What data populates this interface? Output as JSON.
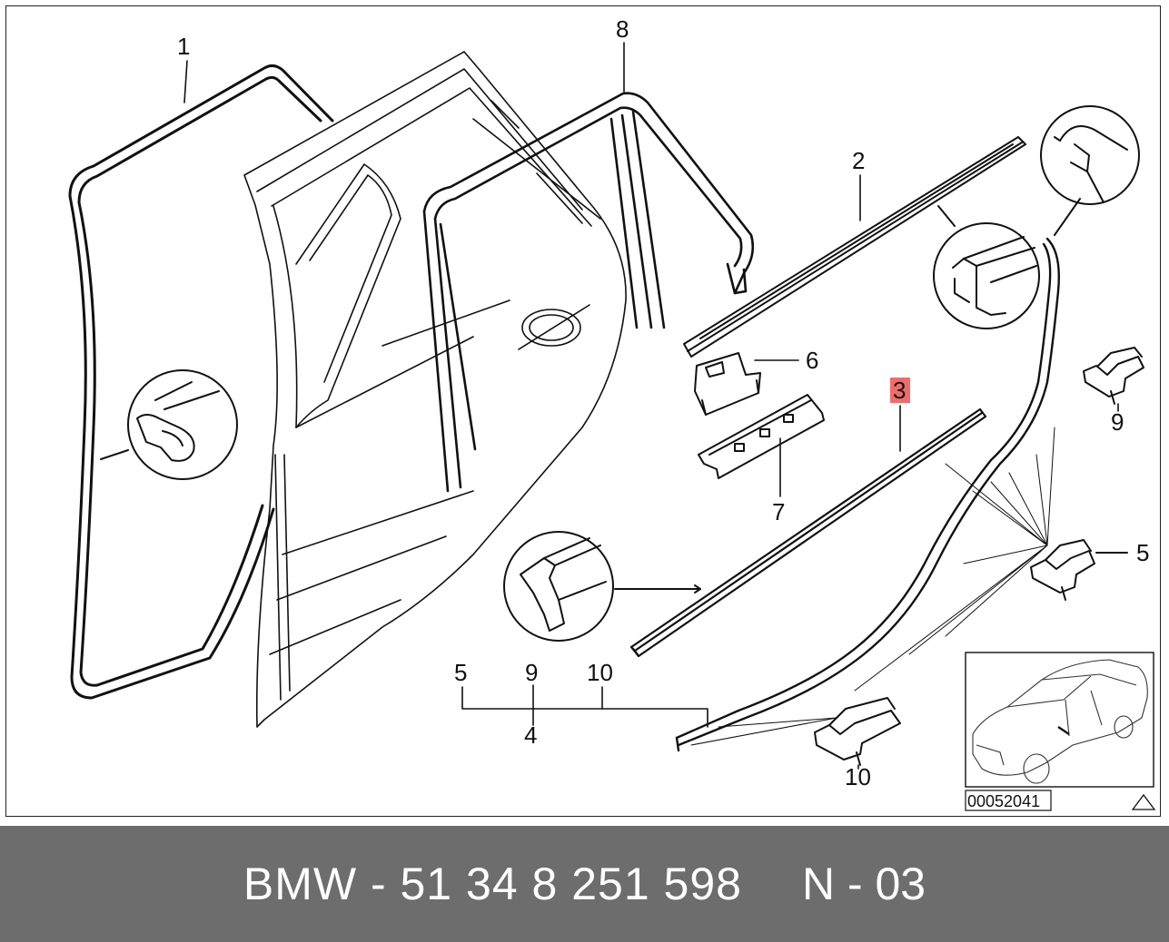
{
  "diagram": {
    "callouts": {
      "c1": "1",
      "c2": "2",
      "c3": "3",
      "c4": "4",
      "c5_right": "5",
      "c5_group": "5",
      "c6": "6",
      "c7": "7",
      "c8": "8",
      "c9_right": "9",
      "c9_group": "9",
      "c10_group": "10",
      "c10_bottom": "10"
    },
    "highlighted_callout": "3",
    "highlight_color": "#f26b6b",
    "inset_ref": "00052041",
    "warning_symbol": "triangle-icon"
  },
  "caption": {
    "part_text": "BMW - 51 34 8 251 598",
    "position_code": "N - 03"
  },
  "colors": {
    "caption_bg": "#6d6d6d",
    "caption_fg": "#ffffff",
    "line": "#111111"
  }
}
